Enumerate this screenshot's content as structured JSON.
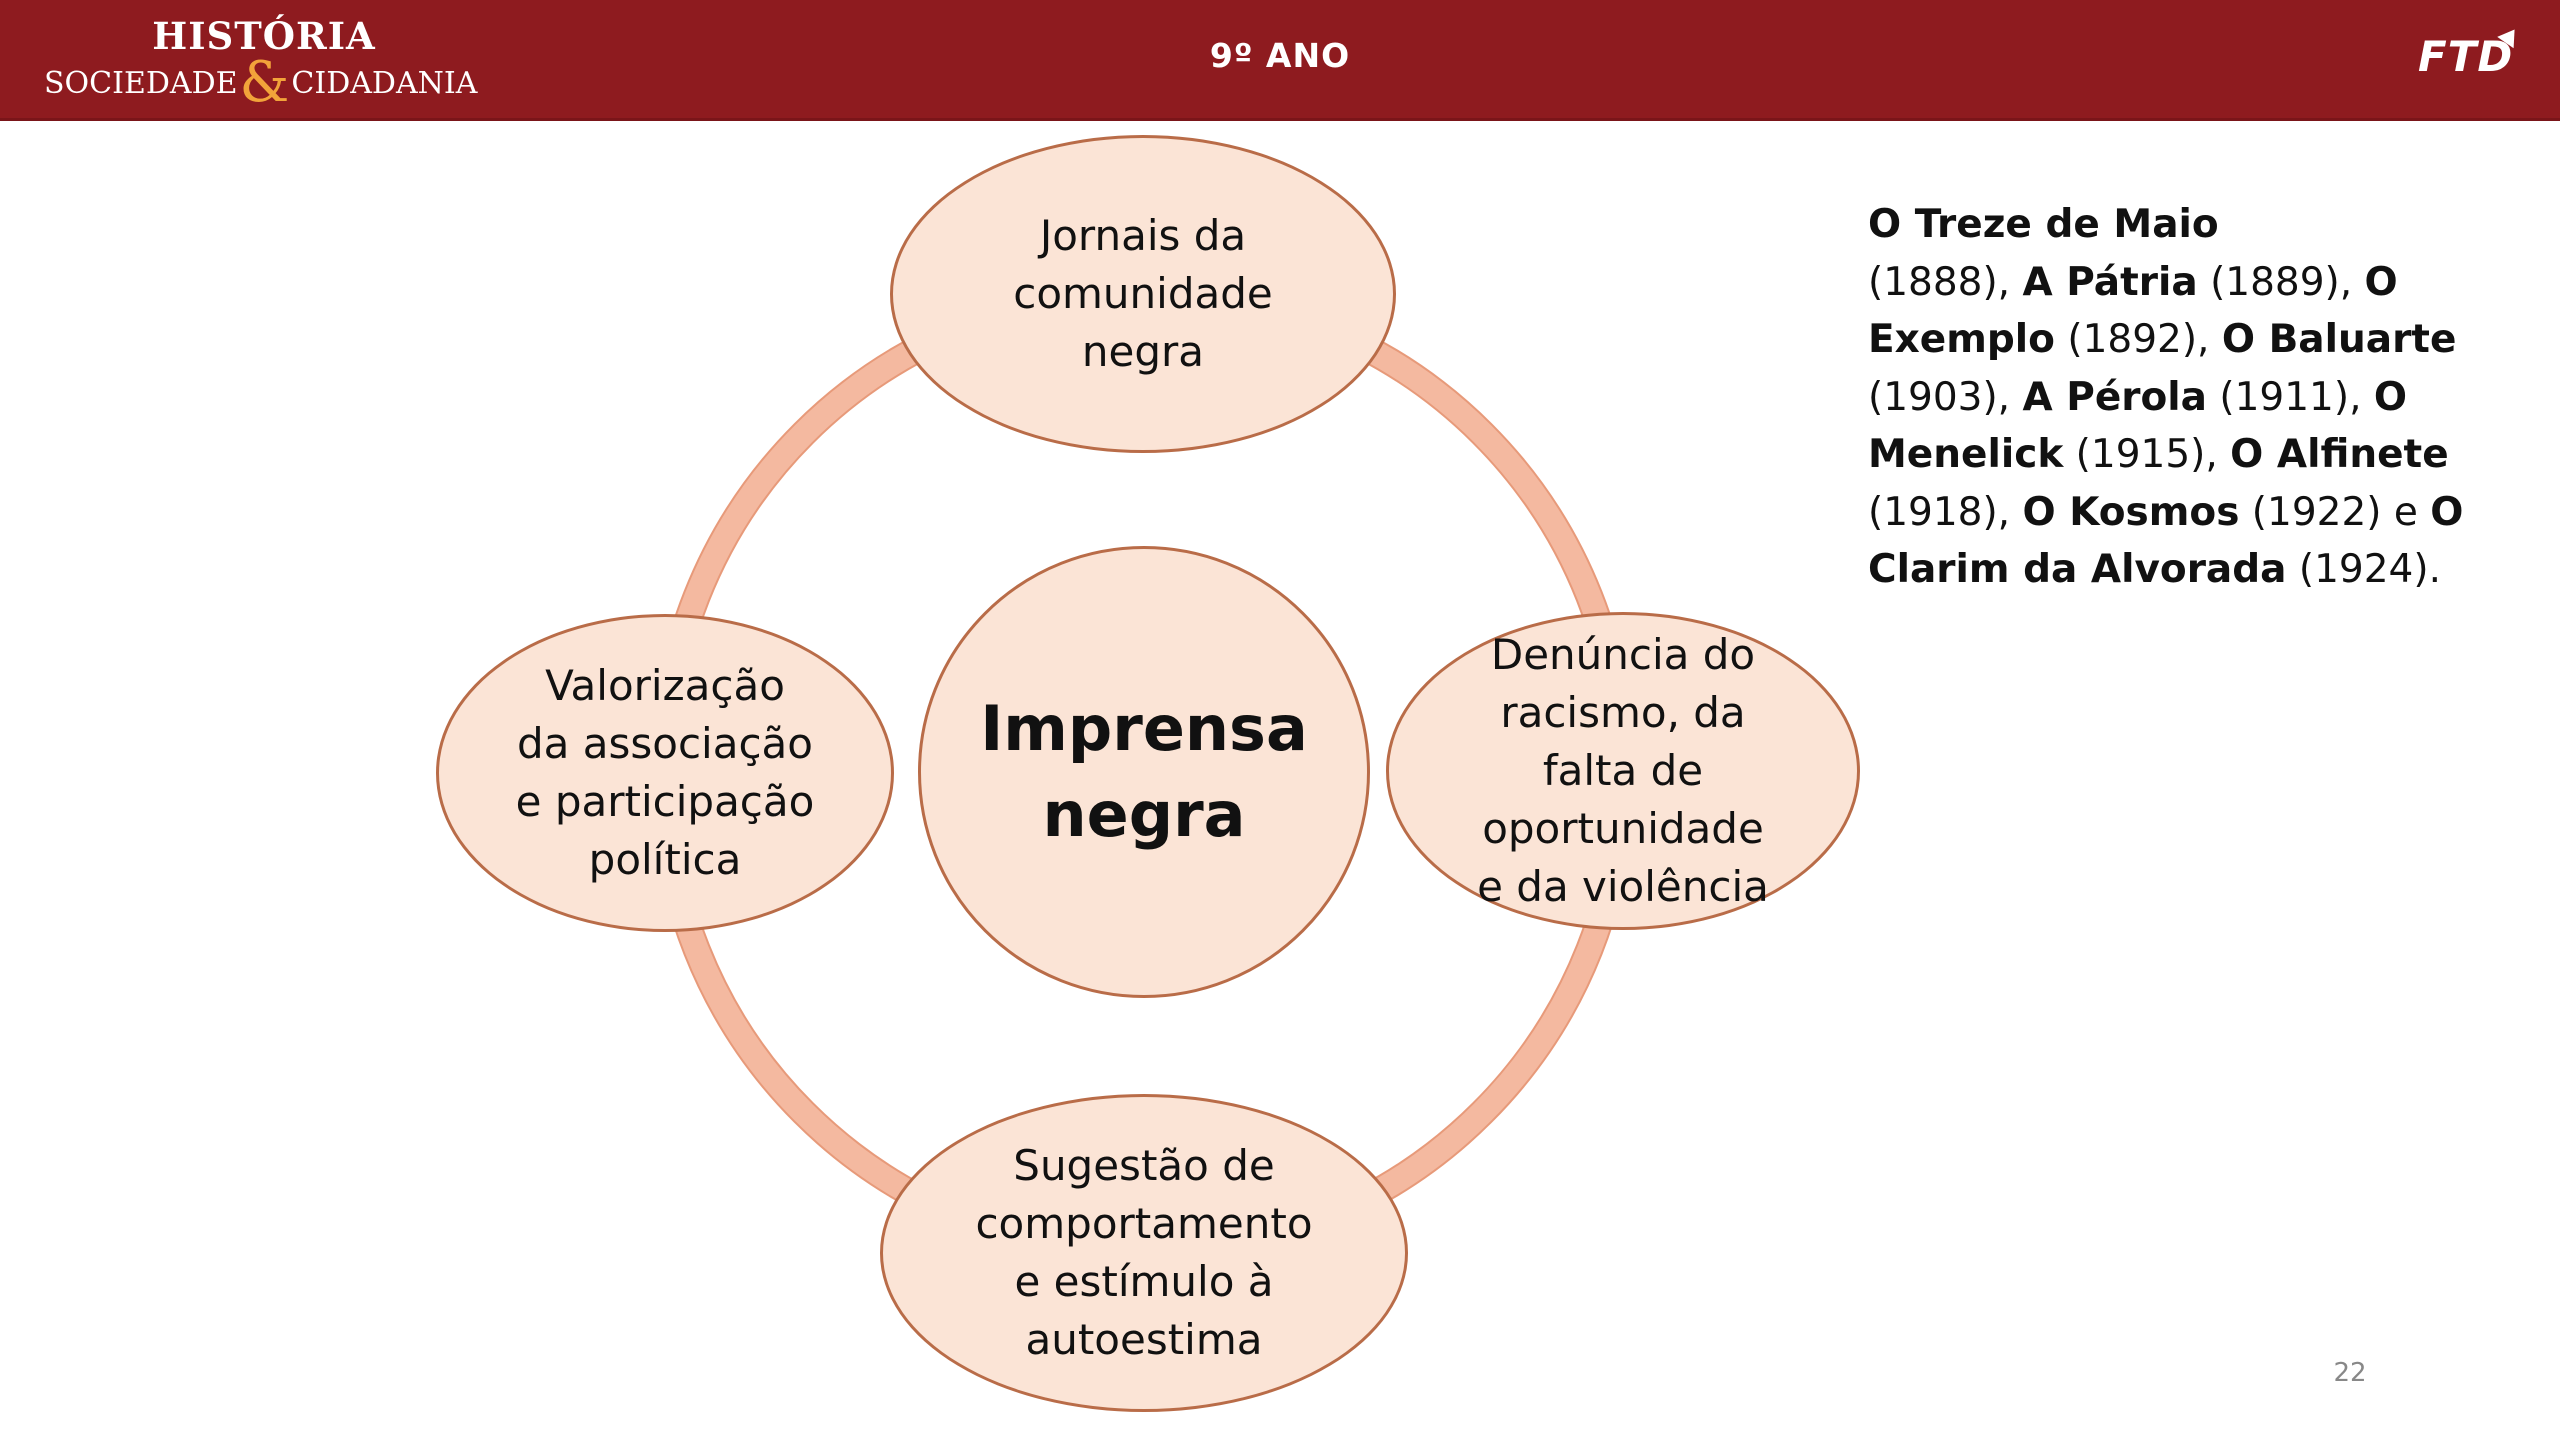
{
  "header": {
    "title": "HISTÓRIA",
    "subtitle_left": "SOCIEDADE",
    "subtitle_amp": "&",
    "subtitle_right": "CIDADANIA",
    "grade": "9º ANO",
    "logo": "FTD"
  },
  "diagram": {
    "center": "Imprensa\nnegra",
    "nodes": {
      "top": "Jornais da\ncomunidade\nnegra",
      "right": "Denúncia do\nracismo, da\nfalta de\noportunidade\ne da violência",
      "bottom": "Sugestão de\ncomportamento\ne estímulo à\nautoestima",
      "left": "Valorização\nda associação\ne participação\npolítica"
    },
    "colors": {
      "fill": "#fbe4d6",
      "stroke": "#b96c48",
      "ring": "#f4b9a0"
    }
  },
  "newspapers": [
    {
      "name": "O Treze de Maio",
      "year": "(1888)"
    },
    {
      "name": "A Pátria",
      "year": "(1889)"
    },
    {
      "name": "O Exemplo",
      "year": "(1892)"
    },
    {
      "name": "O Baluarte",
      "year": "(1903)"
    },
    {
      "name": "A Pérola",
      "year": "(1911)"
    },
    {
      "name": "O Menelick",
      "year": "(1915)"
    },
    {
      "name": "O Alfinete",
      "year": "(1918)"
    },
    {
      "name": "O Kosmos",
      "year": "(1922)"
    },
    {
      "name": "O Clarim da Alvorada",
      "year": "(1924)"
    }
  ],
  "side_lines": [
    [
      {
        "b": "O Treze de Maio"
      }
    ],
    [
      {
        "t": "(1888), "
      },
      {
        "b": "A Pátria"
      },
      {
        "t": " (1889), "
      },
      {
        "b": "O"
      }
    ],
    [
      {
        "b": "Exemplo"
      },
      {
        "t": " (1892), "
      },
      {
        "b": "O Baluarte"
      }
    ],
    [
      {
        "t": "(1903), "
      },
      {
        "b": "A Pérola"
      },
      {
        "t": " (1911), "
      },
      {
        "b": "O"
      }
    ],
    [
      {
        "b": "Menelick"
      },
      {
        "t": " (1915), "
      },
      {
        "b": "O Alfinete"
      }
    ],
    [
      {
        "t": "(1918), "
      },
      {
        "b": "O Kosmos"
      },
      {
        "t": " (1922) e "
      },
      {
        "b": "O"
      }
    ],
    [
      {
        "b": "Clarim da Alvorada"
      },
      {
        "t": " (1924)."
      }
    ]
  ],
  "page_number": "22"
}
